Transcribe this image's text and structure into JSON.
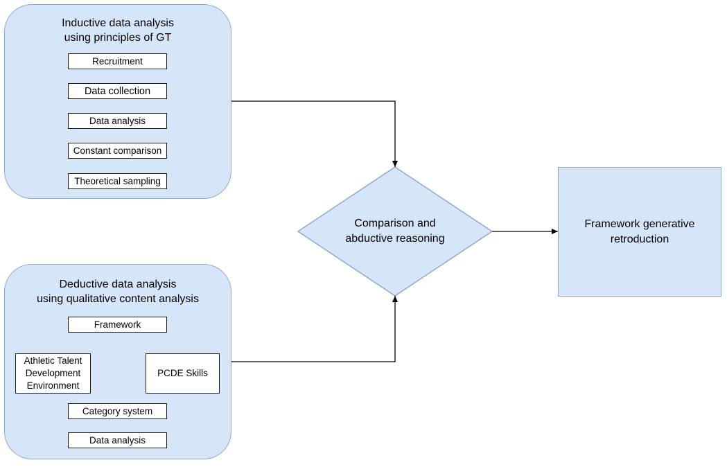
{
  "inductive": {
    "title_line1": "Inductive data analysis",
    "title_line2": "using principles of GT",
    "steps": [
      "Recruitment",
      "Data collection",
      "Data analysis",
      "Constant comparison",
      "Theoretical sampling"
    ]
  },
  "deductive": {
    "title_line1": "Deductive data analysis",
    "title_line2": "using qualitative content analysis",
    "framework": "Framework",
    "left_branch": "Athletic Talent Development Environment",
    "right_branch": "PCDE Skills",
    "category_system": "Category system",
    "data_analysis": "Data analysis"
  },
  "decision": {
    "line1": "Comparison and",
    "line2": "abductive reasoning"
  },
  "result": {
    "line1": "Framework generative",
    "line2": "retroduction"
  },
  "colors": {
    "panel_fill": "#d6e6f8",
    "panel_border": "#8fa9c9",
    "line": "#000000"
  }
}
